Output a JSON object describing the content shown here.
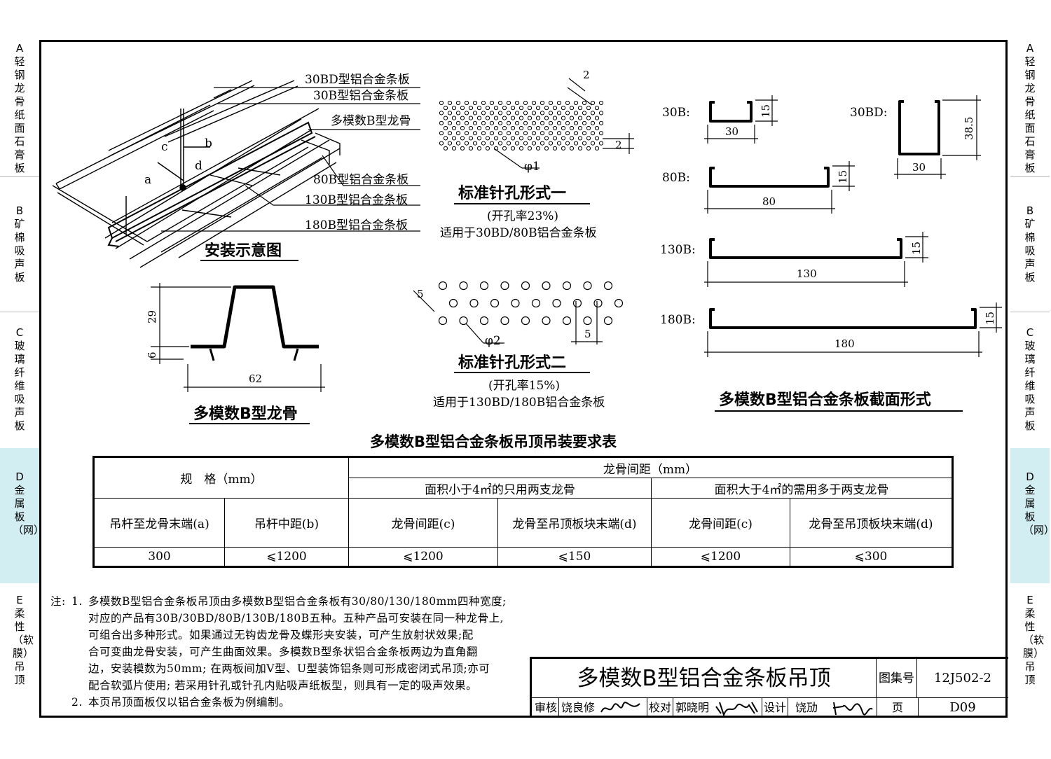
{
  "side_tabs": [
    {
      "letter": "A",
      "label": "轻钢龙骨纸面石膏板"
    },
    {
      "letter": "B",
      "label": "矿棉吸声板"
    },
    {
      "letter": "C",
      "label": "玻璃纤维吸声板"
    },
    {
      "letter": "D",
      "label": "金属板（网）"
    },
    {
      "letter": "E",
      "label": "柔性（软膜）吊顶"
    }
  ],
  "install": {
    "caption": "安装示意图",
    "labels": [
      "30BD型铝合金条板",
      "30B型铝合金条板",
      "多模数B型龙骨",
      "80B型铝合金条板",
      "130B型铝合金条板",
      "180B型铝合金条板"
    ],
    "letters": [
      "c",
      "b",
      "d",
      "a"
    ]
  },
  "perf1": {
    "caption": "标准针孔形式一",
    "rate": "(开孔率23%)",
    "usage": "适用于30BD/80B铝合金条板",
    "dia": "φ1",
    "dim1": "2",
    "dim2": "2"
  },
  "perf2": {
    "caption": "标准针孔形式二",
    "rate": "(开孔率15%)",
    "usage": "适用于130BD/180B铝合金条板",
    "dia": "φ2",
    "dim1": "5",
    "dim2": "5"
  },
  "keel": {
    "caption": "多模数B型龙骨",
    "h": "29",
    "t": "6",
    "w": "62"
  },
  "sections": {
    "caption": "多模数B型铝合金条板截面形式",
    "items": [
      {
        "name": "30B:",
        "w": "30",
        "h": "15"
      },
      {
        "name": "30BD:",
        "w": "30",
        "h": "38.5"
      },
      {
        "name": "80B:",
        "w": "80",
        "h": "15"
      },
      {
        "name": "130B:",
        "w": "130",
        "h": "15"
      },
      {
        "name": "180B:",
        "w": "180",
        "h": "15"
      }
    ]
  },
  "table": {
    "title": "多模数B型铝合金条板吊顶吊装要求表",
    "spec": "规　格（mm）",
    "spacing": "龙骨间距（mm）",
    "small": "面积小于4㎡的只用两支龙骨",
    "large": "面积大于4㎡的需用多于两支龙骨",
    "heads": [
      "吊杆至龙骨末端(a)",
      "吊杆中距(b)",
      "龙骨间距(c)",
      "龙骨至吊顶板块末端(d)",
      "龙骨间距(c)",
      "龙骨至吊顶板块末端(d)"
    ],
    "values": [
      "300",
      "⩽1200",
      "⩽1200",
      "⩽150",
      "⩽1200",
      "⩽300"
    ]
  },
  "notes": {
    "prefix": "注:",
    "items": [
      {
        "num": "1.",
        "lines": [
          "多模数B型铝合金条板吊顶由多模数B型铝合金条板有30/80/130/180mm四种宽度;",
          "对应的产品有30B/30BD/80B/130B/180B五种。五种产品可安装在同一种龙骨上,",
          "可组合出多种形式。如果通过无钩齿龙骨及蝶形夹安装，可产生放射状效果;配",
          "合可变曲龙骨安装，可产生曲面效果。多模数B型条状铝合金条板两边为直角翻",
          "边，安装模数为50mm; 在两板间加V型、U型装饰铝条则可形成密闭式吊顶;亦可",
          "配合软弧片使用; 若采用针孔或针孔内贴吸声纸板型，则具有一定的吸声效果。"
        ]
      },
      {
        "num": "2.",
        "lines": [
          "本页吊顶面板仅以铝合金条板为例编制。"
        ]
      }
    ]
  },
  "titleblock": {
    "title": "多模数B型铝合金条板吊顶",
    "atlas_label": "图集号",
    "atlas_value": "12J502-2",
    "page_label": "页",
    "page_value": "D09",
    "review_label": "审核",
    "review_name": "饶良修",
    "check_label": "校对",
    "check_name": "郭晓明",
    "design_label": "设计",
    "design_name": "饶劢"
  }
}
